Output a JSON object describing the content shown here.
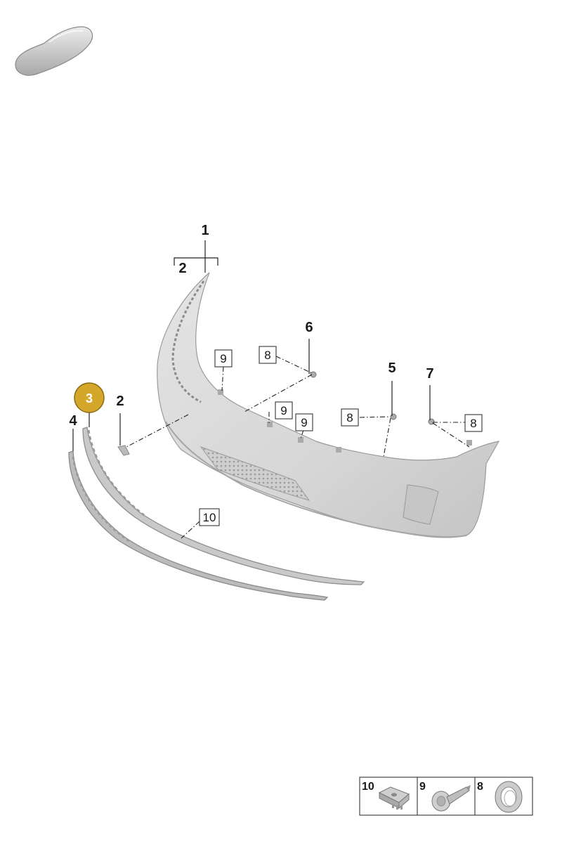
{
  "colors": {
    "part_fill": "#dcdcdc",
    "part_shade": "#b9b9b9",
    "part_dark": "#8e8e8e",
    "highlight": "#d4a62a",
    "line": "#222222"
  },
  "icons": {
    "car_thumbnail": "car-silhouette-icon"
  },
  "callouts": {
    "c1": "1",
    "c2_top": "2",
    "c2_side": "2",
    "c3": "3",
    "c4": "4",
    "c5": "5",
    "c6": "6",
    "c7": "7"
  },
  "boxes": {
    "b8_a": "8",
    "b8_b": "8",
    "b8_c": "8",
    "b9_a": "9",
    "b9_b": "9",
    "b9_c": "9",
    "b10": "10"
  },
  "legend": {
    "items": [
      {
        "number": "10",
        "part": "clip-nut"
      },
      {
        "number": "9",
        "part": "expanding-rivet"
      },
      {
        "number": "8",
        "part": "grommet"
      }
    ]
  }
}
